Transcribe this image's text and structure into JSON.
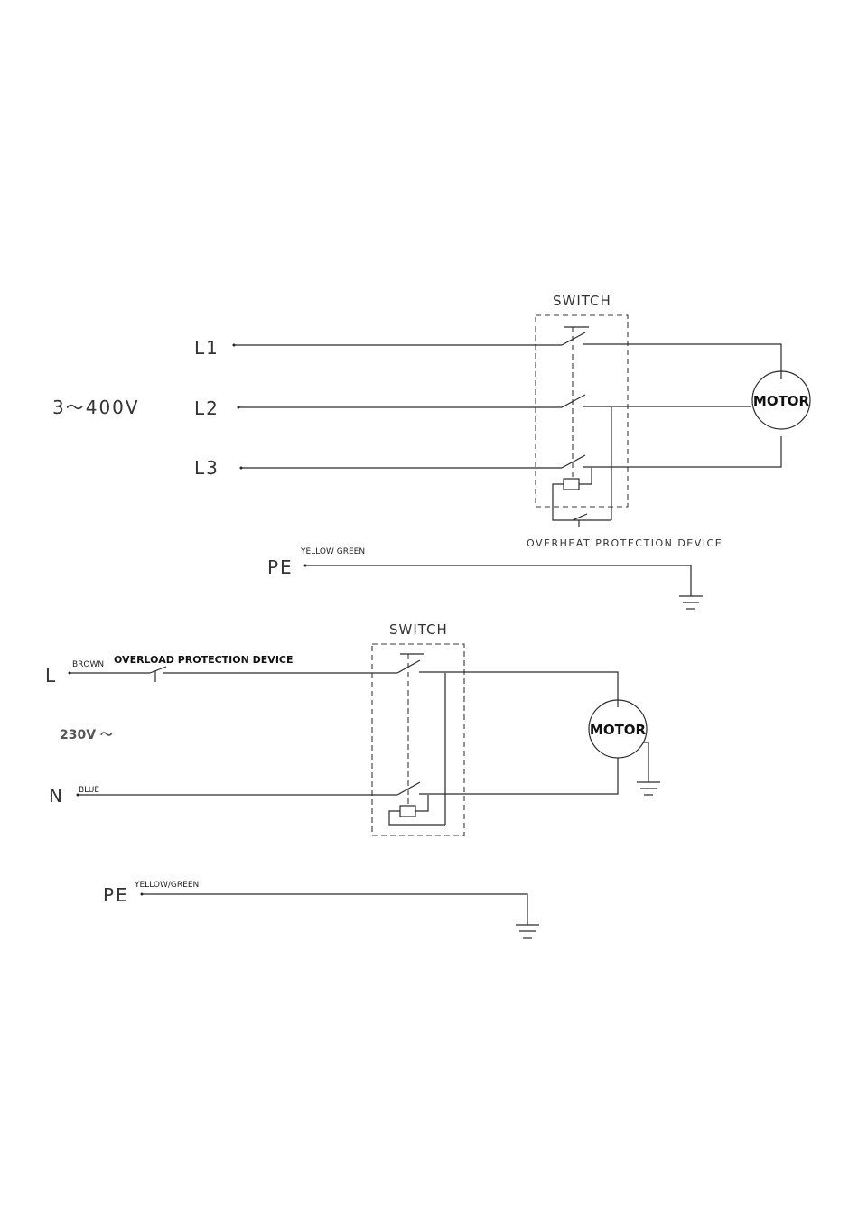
{
  "three_phase": {
    "supply_label": "3～400V",
    "lines": [
      "L1",
      "L2",
      "L3"
    ],
    "switch_label": "SWITCH",
    "motor_label": "MOTOR",
    "overheat_label": "OVERHEAT PROTECTION DEVICE",
    "pe_label": "PE",
    "pe_wire": "YELLOW GREEN"
  },
  "single_phase": {
    "line_label": "L",
    "line_wire": "BROWN",
    "overload_label": "OVERLOAD PROTECTION DEVICE",
    "supply_label": "230V ～",
    "neutral_label": "N",
    "neutral_wire": "BLUE",
    "switch_label": "SWITCH",
    "motor_label": "MOTOR",
    "pe_label": "PE",
    "pe_wire": "YELLOW/GREEN"
  },
  "icons": [
    "ground-symbol-icon",
    "motor-circle-icon",
    "switch-contact-icon",
    "relay-coil-icon"
  ]
}
